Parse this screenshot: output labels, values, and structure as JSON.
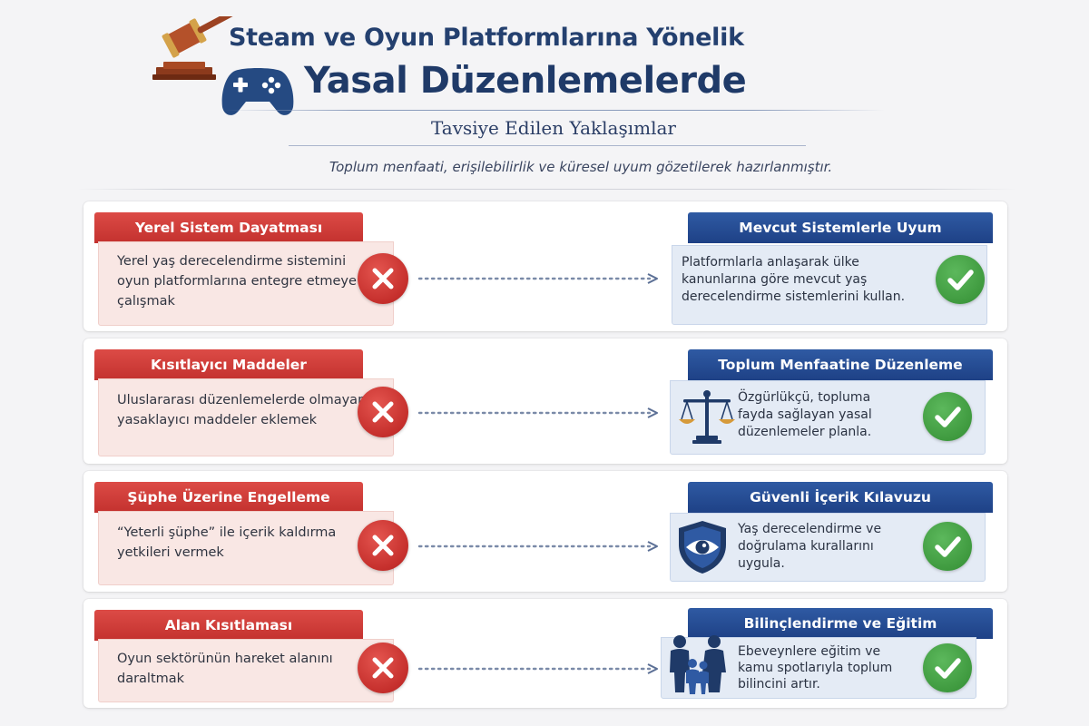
{
  "header": {
    "title_line1": "Steam ve Oyun Platformlarına Yönelik",
    "title_line2": "Yasal Düzenlemelerde",
    "subtitle": "Tavsiye Edilen Yaklaşımlar",
    "tagline": "Toplum menfaati, erişilebilirlik ve küresel uyum gözetilerek hazırlanmıştır."
  },
  "colors": {
    "bad_red": "#c3312e",
    "good_blue": "#1e4186",
    "check_green": "#3f9a3f",
    "title_navy": "#1f3a68"
  },
  "rows": [
    {
      "bad_title": "Yerel Sistem Dayatması",
      "bad_lines": [
        "Yerel yaş derecelendirme sistemini",
        "oyun platformlarına entegre etmeye",
        "çalışmak"
      ],
      "good_title": "Mevcut Sistemlerle Uyum",
      "good_lines": [
        "Platformlarla anlaşarak ülke",
        "kanunlarına göre mevcut yaş",
        "derecelendirme sistemlerini kullan."
      ],
      "good_icon": "none"
    },
    {
      "bad_title": "Kısıtlayıcı Maddeler",
      "bad_lines": [
        "Uluslararası düzenlemelerde olmayan",
        "yasaklayıcı maddeler eklemek"
      ],
      "good_title": "Toplum Menfaatine Düzenleme",
      "good_lines": [
        "Özgürlükçü, topluma",
        "fayda sağlayan yasal",
        "düzenlemeler planla."
      ],
      "good_icon": "scales-icon"
    },
    {
      "bad_title": "Şüphe Üzerine Engelleme",
      "bad_lines": [
        "“Yeterli şüphe” ile içerik kaldırma",
        "yetkileri vermek"
      ],
      "good_title": "Güvenli İçerik Kılavuzu",
      "good_lines": [
        "Yaş derecelendirme ve",
        "doğrulama kurallarını",
        "uygula."
      ],
      "good_icon": "shield-eye-icon"
    },
    {
      "bad_title": "Alan Kısıtlaması",
      "bad_lines": [
        "Oyun sektörünün hareket alanını",
        "daraltmak"
      ],
      "good_title": "Bilinçlendirme ve Eğitim",
      "good_lines": [
        "Ebeveynlere eğitim ve",
        "kamu spotlarıyla toplum",
        "bilincini artır."
      ],
      "good_icon": "family-icon"
    }
  ],
  "icons": {
    "header_left": "gavel-icon",
    "header_right": "gamepad-icon",
    "bad_marker": "x-mark-icon",
    "good_marker": "check-mark-icon",
    "connector": "dotted-arrow-icon"
  }
}
